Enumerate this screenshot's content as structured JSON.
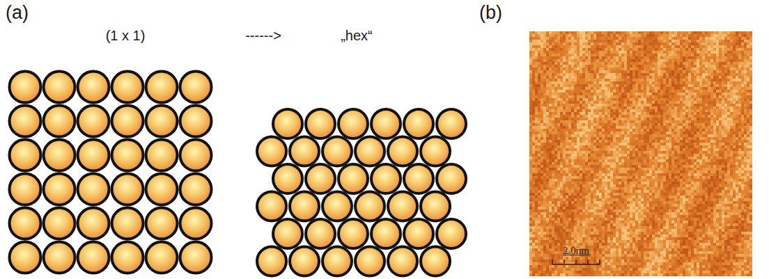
{
  "diagram": {
    "labels": [
      "(a)",
      "(b)",
      "(1 x 1)",
      "------>",
      "„hex“",
      "2.0nm"
    ]
  }
}
